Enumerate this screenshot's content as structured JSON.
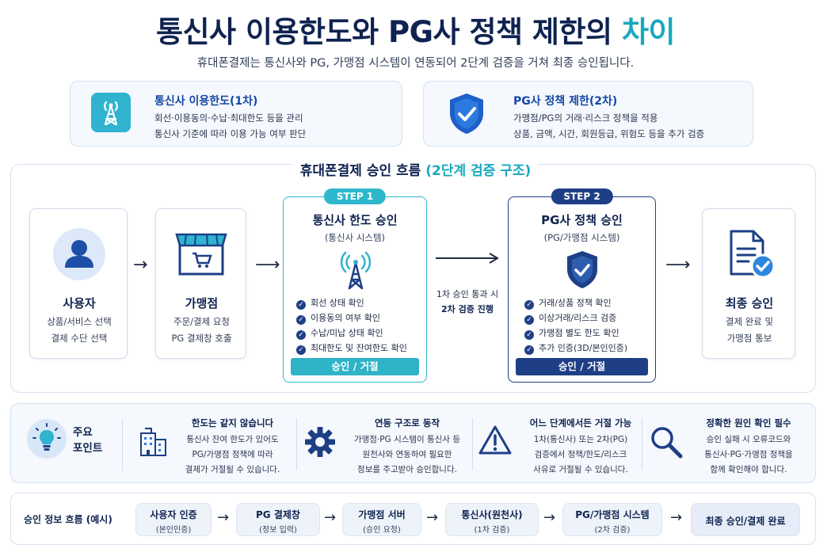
{
  "header": {
    "title_main": "통신사 이용한도와 PG사 정책 제한의 ",
    "title_accent": "차이",
    "subtitle": "휴대폰결제는 통신사와 PG, 가맹점 시스템이 연동되어 2단계 검증을 거쳐 최종 승인됩니다."
  },
  "summary": {
    "carrier": {
      "title": "통신사 이용한도(1차)",
      "line1": "회선·이용동의·수납·최대한도 등을 관리",
      "line2": "통신사 기준에 따라 이용 가능 여부 판단",
      "icon": "tower-icon"
    },
    "pg": {
      "title": "PG사 정책 제한(2차)",
      "line1": "가맹점/PG의 거래·리스크 정책을 적용",
      "line2": "상품, 금액, 시간, 회원등급, 위험도 등을 추가 검증",
      "icon": "shield-check-icon"
    }
  },
  "flow_section": {
    "title_main": "휴대폰결제 승인 흐름 ",
    "title_accent": "(2단계 검증 구조)",
    "user": {
      "title": "사용자",
      "line1": "상품/서비스 선택",
      "line2": "결제 수단 선택"
    },
    "merchant": {
      "title": "가맹점",
      "line1": "주문/결제 요청",
      "line2": "PG 결제창 호출"
    },
    "step1": {
      "badge": "STEP 1",
      "title": "통신사 한도 승인",
      "sub": "(통신사 시스템)",
      "checks": [
        "회선 상태 확인",
        "이용동의 여부 확인",
        "수납/미납 상태 확인",
        "최대한도 및 잔여한도 확인"
      ],
      "result": "승인 / 거절"
    },
    "middle_note": {
      "line1": "1차 승인 통과 시",
      "line2": "2차 검증 진행"
    },
    "step2": {
      "badge": "STEP 2",
      "title": "PG사 정책 승인",
      "sub": "(PG/가맹점 시스템)",
      "checks": [
        "거래/상품 정책 확인",
        "이상거래/리스크 검증",
        "가맹점 별도 한도 확인",
        "추가 인증(3D/본인인증)"
      ],
      "result": "승인 / 거절"
    },
    "final": {
      "title": "최종 승인",
      "line1": "결제 완료 및",
      "line2": "가맹점 통보"
    }
  },
  "key_points": {
    "label_line1": "주요",
    "label_line2": "포인트",
    "items": [
      {
        "title": "한도는 같지 않습니다",
        "l1": "통신사 잔여 한도가 있어도",
        "l2": "PG/가맹점 정책에 따라",
        "l3": "결제가 거절될 수 있습니다.",
        "icon": "building-icon"
      },
      {
        "title": "연동 구조로 동작",
        "l1": "가맹점·PG 시스템이 통신사 등",
        "l2": "원천사와 연동하여 필요한",
        "l3": "정보를 주고받아 승인합니다.",
        "icon": "gear-icon"
      },
      {
        "title": "어느 단계에서든 거절 가능",
        "l1": "1차(통신사) 또는 2차(PG)",
        "l2": "검증에서 정책/한도/리스크",
        "l3": "사유로 거절될 수 있습니다.",
        "icon": "warning-icon"
      },
      {
        "title": "정확한 원인 확인 필수",
        "l1": "승인 실패 시 오류코드와",
        "l2": "통신사·PG·가맹점 정책을",
        "l3": "함께 확인해야 합니다.",
        "icon": "magnifier-icon"
      }
    ]
  },
  "info_flow": {
    "label": "승인 정보 흐름 (예시)",
    "steps": [
      {
        "title": "사용자 인증",
        "sub": "(본인인증)"
      },
      {
        "title": "PG 결제창",
        "sub": "(정보 입력)"
      },
      {
        "title": "가맹점 서버",
        "sub": "(승인 요청)"
      },
      {
        "title": "통신사(원천사)",
        "sub": "(1차 검증)"
      },
      {
        "title": "PG/가맹점 시스템",
        "sub": "(2차 검증)"
      }
    ],
    "final": "최종 승인/결제 완료"
  },
  "colors": {
    "accent": "#17a9bf",
    "navy": "#1e3f86",
    "dark": "#0f2350"
  }
}
